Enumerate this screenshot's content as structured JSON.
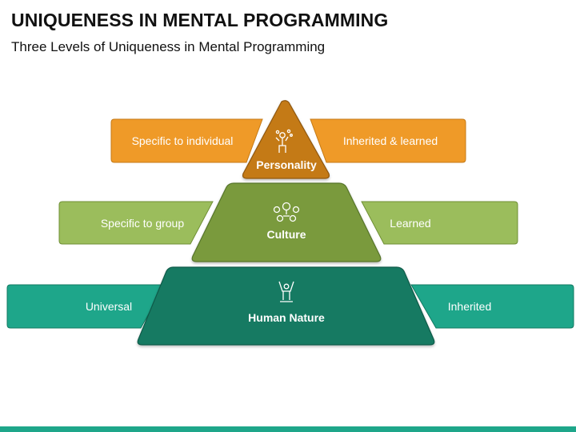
{
  "header": {
    "title": "UNIQUENESS IN MENTAL PROGRAMMING",
    "subtitle": "Three Levels of Uniqueness in Mental Programming"
  },
  "levels": [
    {
      "name": "Personality",
      "left_label": "Specific to individual",
      "right_label": "Inherited & learned",
      "color": "#ef9a28",
      "layer_color": "#c47a17",
      "icon": "person-thinking-icon"
    },
    {
      "name": "Culture",
      "left_label": "Specific to group",
      "right_label": "Learned",
      "color": "#9bbd5c",
      "layer_color": "#7a9a3e",
      "icon": "group-network-icon"
    },
    {
      "name": "Human Nature",
      "left_label": "Universal",
      "right_label": "Inherited",
      "color": "#1ea68a",
      "layer_color": "#187a62",
      "icon": "person-arms-raised-icon"
    }
  ],
  "accent": "#1ea68a"
}
